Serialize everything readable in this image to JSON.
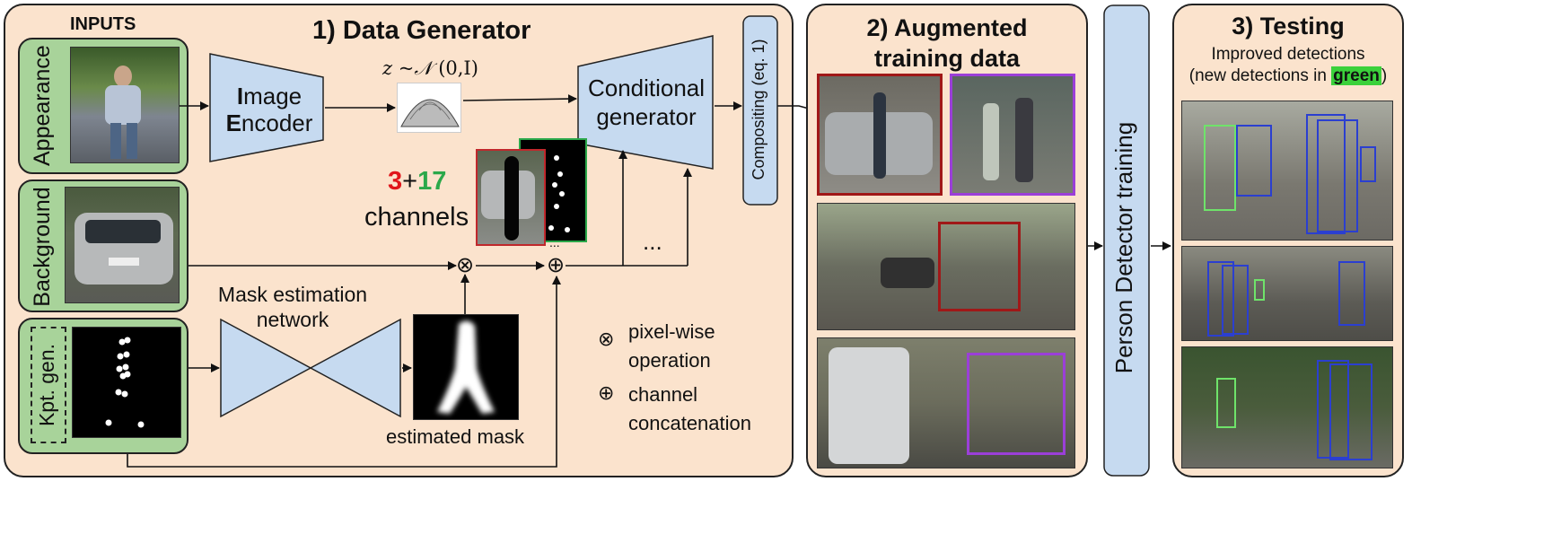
{
  "panel1": {
    "inputs_title": "INPUTS",
    "title": "1) Data Generator",
    "appearance": "Appearance",
    "background": "Background",
    "kpt_gen": "Kpt. gen.",
    "image_encoder": {
      "line1_initial": "I",
      "line1_rest": "mage",
      "line2_initial": "E",
      "line2_rest": "ncoder"
    },
    "noise": {
      "z": "z",
      "tilde": "~",
      "n": "𝒩",
      "args": "(0,I)"
    },
    "conditional_generator": {
      "line1": "Conditional",
      "line2": "generator"
    },
    "compositing": "Compositing (eq. 1)",
    "channels": {
      "red": "3",
      "plus": "+",
      "green": "17",
      "word": "channels"
    },
    "ellipsis": "...",
    "mask_network": {
      "line1": "Mask estimation",
      "line2": "network"
    },
    "estimated_mask": "estimated mask",
    "legend": {
      "otimes_symbol": "⊗",
      "otimes_line1": "pixel-wise",
      "otimes_line2": "operation",
      "oplus_symbol": "⊕",
      "oplus_line1": "channel",
      "oplus_line2": "concatenation"
    },
    "otimes_node": "⊗",
    "oplus_node": "⊕",
    "dots_small": "..."
  },
  "panel2": {
    "title_line1": "2) Augmented",
    "title_line2": "training data"
  },
  "detector": {
    "label": "Person Detector training"
  },
  "panel3": {
    "title": "3) Testing",
    "sub1": "Improved detections",
    "sub2_pre": "(new detections in ",
    "sub2_green": "green",
    "sub2_post": ")"
  },
  "colors": {
    "panel_bg": "#fbe3cd",
    "input_green": "#a8d39a",
    "network_blue": "#c6daf0",
    "red_text": "#e0161b",
    "green_text": "#2ba84a",
    "highlight_green": "#3bd13b",
    "box_red": "#a01818",
    "box_purple": "#9b3fd8",
    "det_blue": "#2b3fd0",
    "det_green": "#6fe36a"
  }
}
